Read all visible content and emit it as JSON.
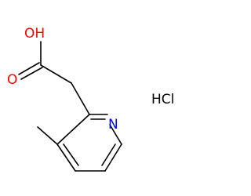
{
  "molecule": {
    "oxygen_label": "O",
    "hydroxyl_label": "OH",
    "nitrogen_label": "N",
    "salt_label": "HCl"
  },
  "colors": {
    "oxygen": "#ff0000",
    "nitrogen": "#0000ff",
    "salt": "#000000",
    "bond": "#000000"
  }
}
